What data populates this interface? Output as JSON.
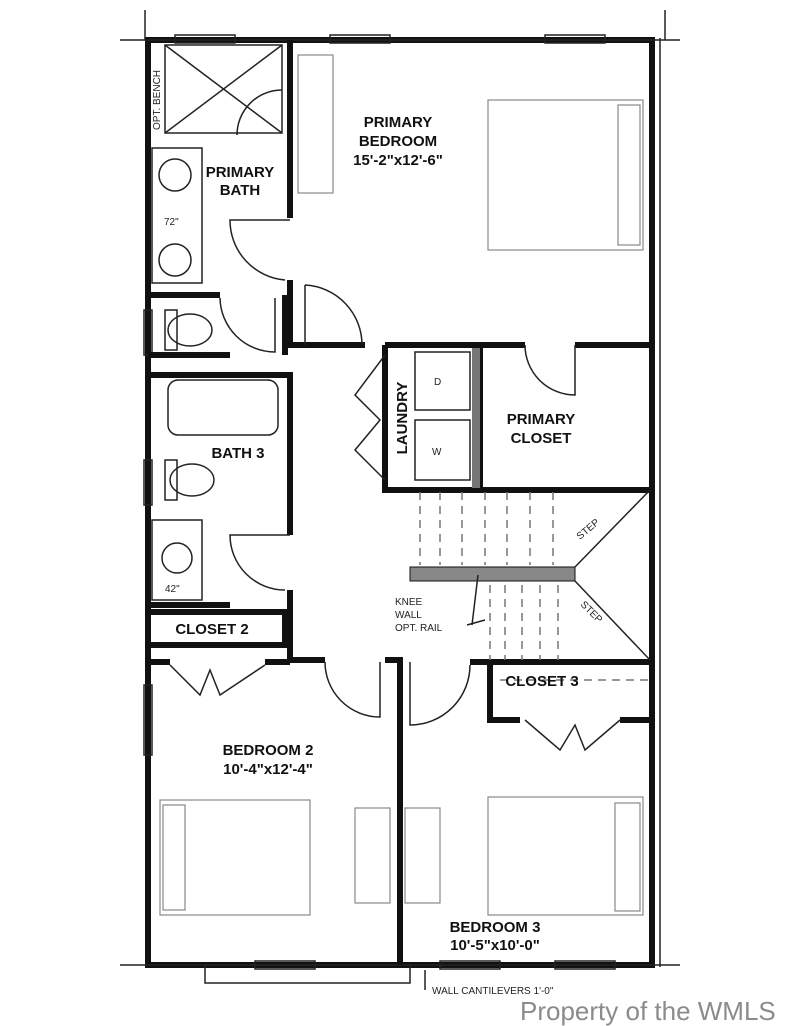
{
  "rooms": {
    "primary_bedroom": {
      "name_line1": "PRIMARY",
      "name_line2": "BEDROOM",
      "size": "15'-2\"x12'-6\""
    },
    "primary_bath": {
      "name_line1": "PRIMARY",
      "name_line2": "BATH",
      "vanity": "72\""
    },
    "opt_bench": "OPT. BENCH",
    "laundry": "LAUNDRY",
    "dryer": "D",
    "washer": "W",
    "primary_closet": {
      "name_line1": "PRIMARY",
      "name_line2": "CLOSET"
    },
    "bath3": {
      "name": "BATH 3",
      "vanity": "42\""
    },
    "closet2": "CLOSET 2",
    "closet3": "CLOSET 3",
    "bedroom2": {
      "name": "BEDROOM 2",
      "size": "10'-4\"x12'-4\""
    },
    "bedroom3": {
      "name": "BEDROOM 3",
      "size": "10'-5\"x10'-0\""
    }
  },
  "notes": {
    "step_upper": "STEP",
    "step_lower": "STEP",
    "knee_wall_1": "KNEE",
    "knee_wall_2": "WALL",
    "knee_wall_3": "OPT. RAIL",
    "cantilever": "WALL CANTILEVERS 1'-0\""
  },
  "watermark": "Property of the WMLS"
}
